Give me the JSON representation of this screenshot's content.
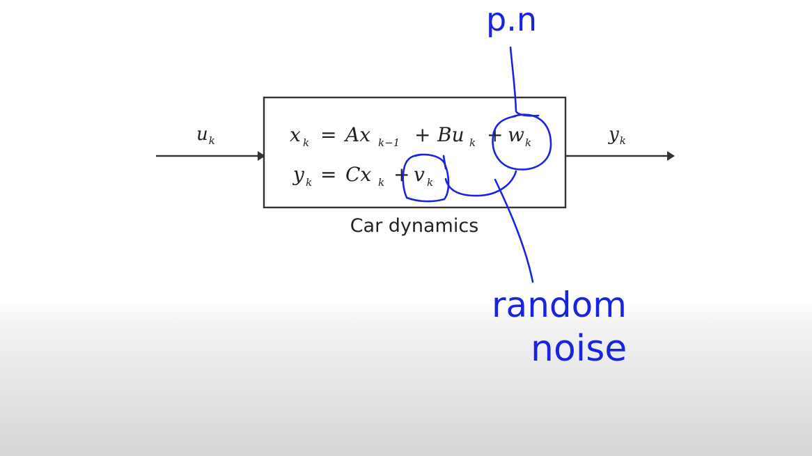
{
  "diagram": {
    "input_signal": {
      "symbol": "u",
      "subscript": "k"
    },
    "output_signal": {
      "symbol": "y",
      "subscript": "k"
    },
    "block_caption": "Car dynamics",
    "equations": {
      "state": {
        "lhs": "x",
        "lhs_sub": "k",
        "eq": "=",
        "t1": "Ax",
        "t1_sub": "k−1",
        "op1": "+",
        "t2": "Bu",
        "t2_sub": "k",
        "op2": "+",
        "t3": "w",
        "t3_sub": "k"
      },
      "output": {
        "lhs": "y",
        "lhs_sub": "k",
        "eq": "=",
        "t1": "Cx",
        "t1_sub": "k",
        "op1": "+",
        "t2": "v",
        "t2_sub": "k"
      }
    }
  },
  "annotations": {
    "top_note": "p.n",
    "bottom_note_line1": "random",
    "bottom_note_line2": "noise",
    "ink_color": "#1a24e0"
  }
}
